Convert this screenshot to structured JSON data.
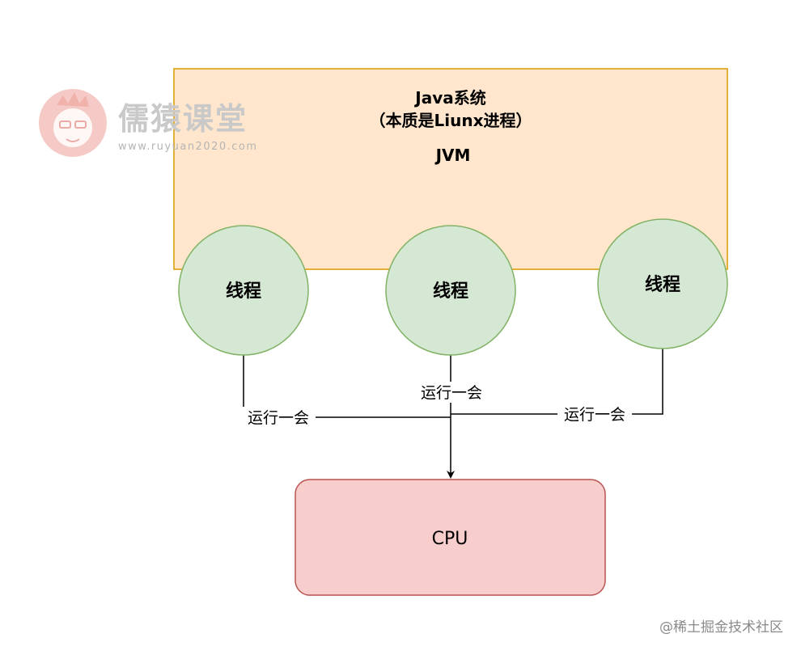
{
  "watermark": {
    "brand_name": "儒猿课堂",
    "url": "www.ruyuan2020.com"
  },
  "system_box": {
    "title": "Java系统",
    "subtitle": "（本质是Liunx进程）",
    "jvm_label": "JVM"
  },
  "threads": [
    {
      "label": "线程"
    },
    {
      "label": "线程"
    },
    {
      "label": "线程"
    }
  ],
  "edge_labels": [
    {
      "label": "运行一会"
    },
    {
      "label": "运行一会"
    },
    {
      "label": "运行一会"
    }
  ],
  "cpu": {
    "label": "CPU"
  },
  "footer": {
    "credit": "@稀土掘金技术社区"
  },
  "colors": {
    "system_fill": "#ffe6cc",
    "system_stroke": "#d79b00",
    "thread_fill": "#d5e8d4",
    "thread_stroke": "#82b366",
    "cpu_fill": "#f8cecc",
    "cpu_stroke": "#b85450",
    "watermark": "#f4b6b0"
  }
}
